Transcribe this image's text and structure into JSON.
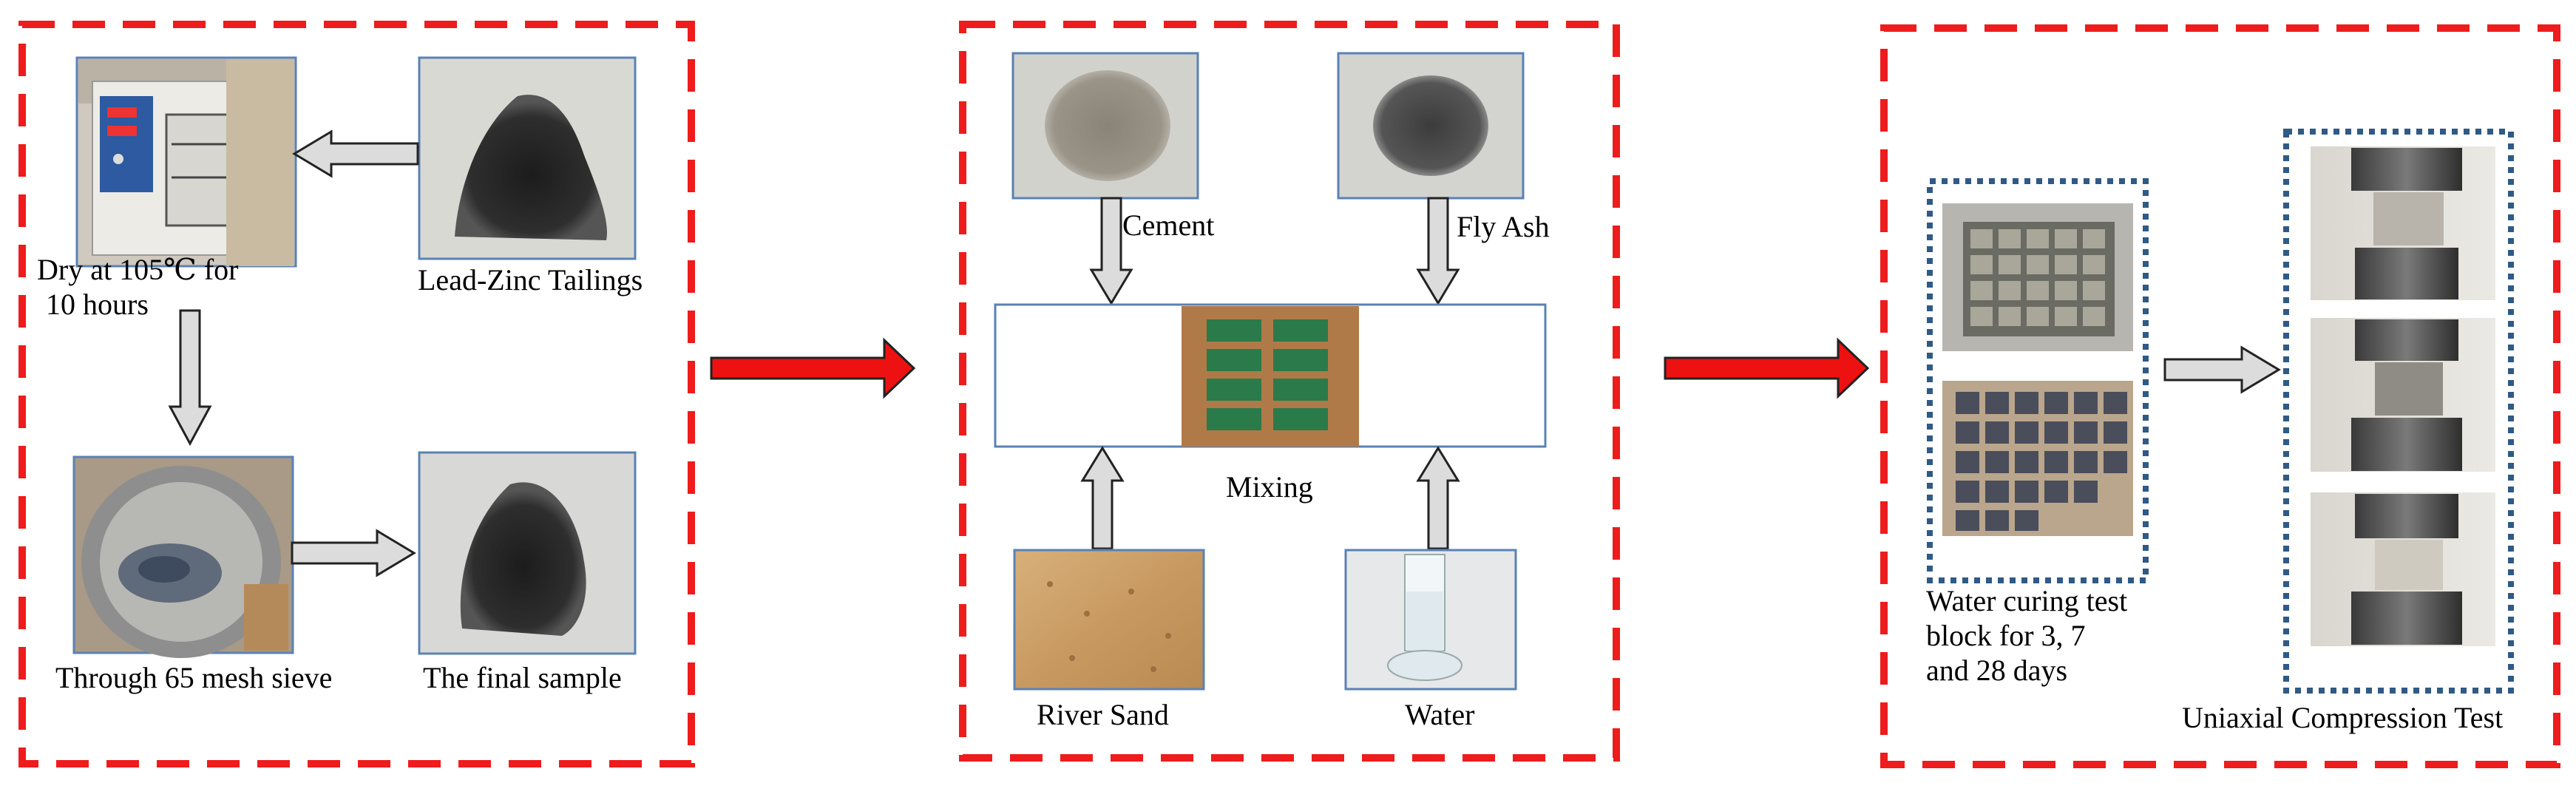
{
  "colors": {
    "panel_border": "#ee1c1c",
    "flow_arrow": "#ee1111",
    "photo_frame": "#5a82b4",
    "dotted_frame": "#2f5a86",
    "step_arrow_fill": "#dcdcdc",
    "step_arrow_stroke": "#222222"
  },
  "panel1": {
    "tailings_label": "Lead-Zinc Tailings",
    "dry_label_line1": "Dry at 105℃  for",
    "dry_label_line2": "10 hours",
    "sieve_label": "Through 65 mesh sieve",
    "final_label": "The final sample"
  },
  "panel2": {
    "cement_label": "Cement",
    "flyash_label": "Fly Ash",
    "mixing_label": "Mixing",
    "sand_label": "River Sand",
    "water_label": "Water"
  },
  "panel3": {
    "curing_line1": "Water curing test",
    "curing_line2": "block for 3, 7",
    "curing_line3": "and 28 days",
    "ucs_label": "Uniaxial Compression Test"
  }
}
